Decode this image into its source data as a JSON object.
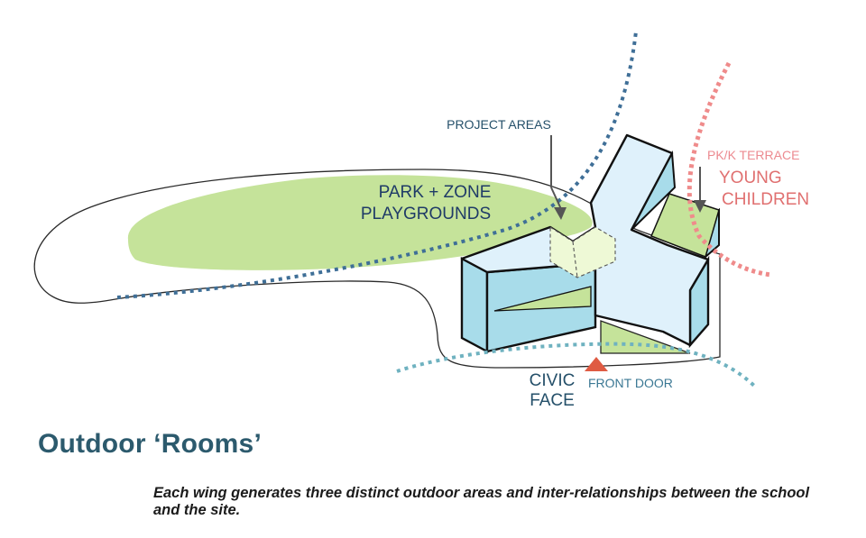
{
  "title": "Outdoor ‘Rooms’",
  "caption": "Each wing generates three distinct outdoor areas and inter-relationships between the school and the site.",
  "labels": {
    "project_areas": "PROJECT AREAS",
    "park_zone_line1": "PARK + ZONE",
    "park_zone_line2": "PLAYGROUNDS",
    "pk_terrace": "PK/K TERRACE",
    "young": "YOUNG",
    "children": "CHILDREN",
    "civic": "CIVIC",
    "face": "FACE",
    "front_door": "FRONT DOOR"
  },
  "colors": {
    "title": "#2c5a6d",
    "navy_text": "#1f3b67",
    "teal_text": "#25506a",
    "pink_text": "#ec8a90",
    "coral_text": "#e07070",
    "front_door_text": "#3b7894",
    "green_fill": "#c5e39a",
    "building_top": "#dff1fb",
    "building_side": "#a8dcea",
    "blue_dotted": "#3f6f97",
    "pink_dotted": "#ef8b8b",
    "teal_dotted": "#6fb2c0",
    "door_arrow": "#df5b43"
  }
}
